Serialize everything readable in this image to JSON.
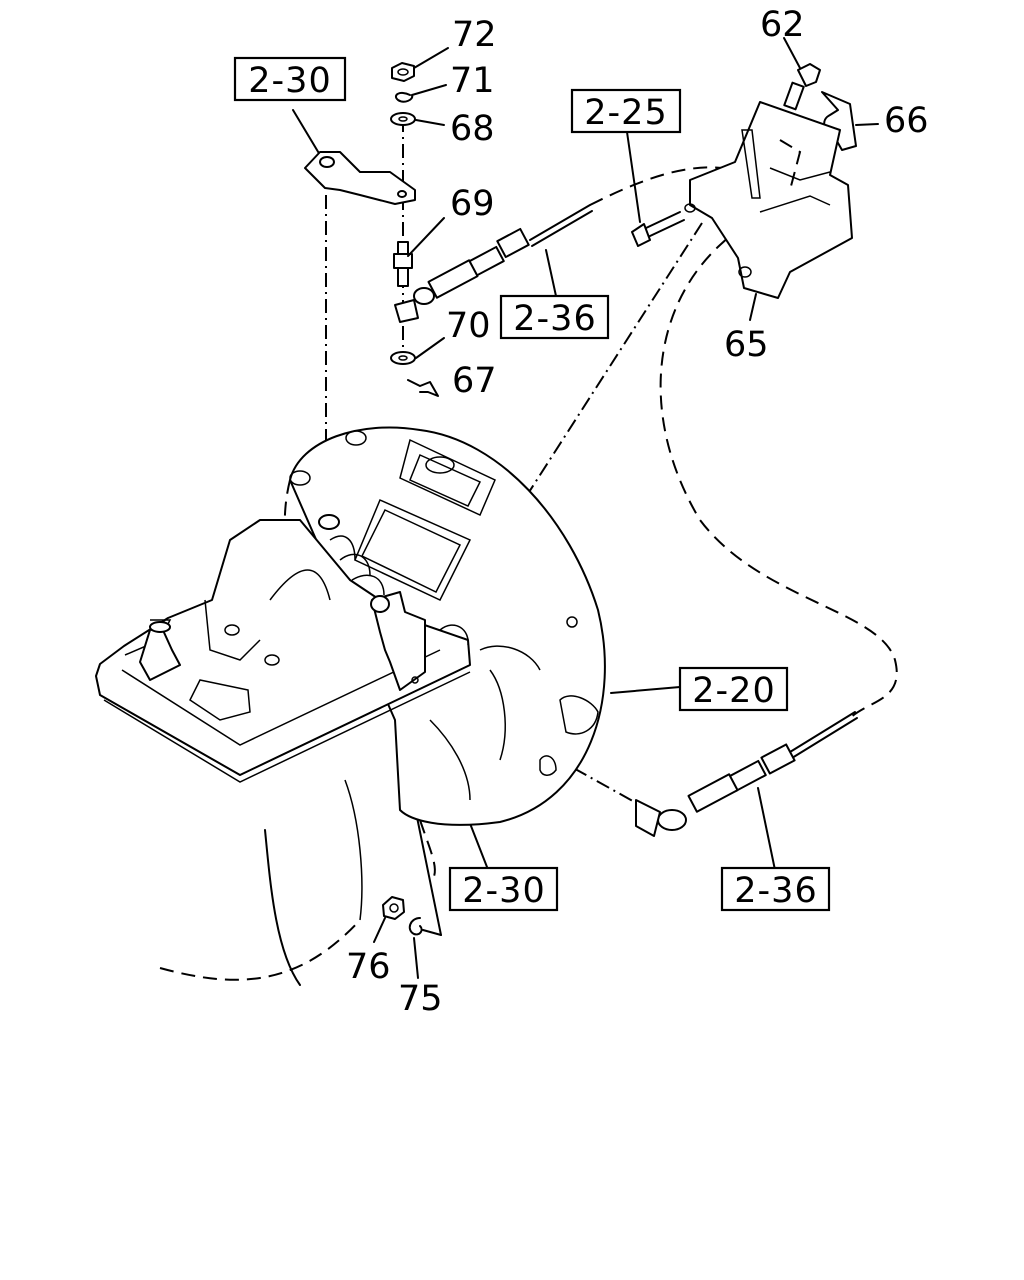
{
  "diagram": {
    "part_numbers": [
      "72",
      "71",
      "68",
      "69",
      "70",
      "67",
      "62",
      "66",
      "65",
      "76",
      "75"
    ],
    "references": [
      "2-30",
      "2-25",
      "2-36",
      "2-20",
      "2-30",
      "2-36"
    ]
  }
}
